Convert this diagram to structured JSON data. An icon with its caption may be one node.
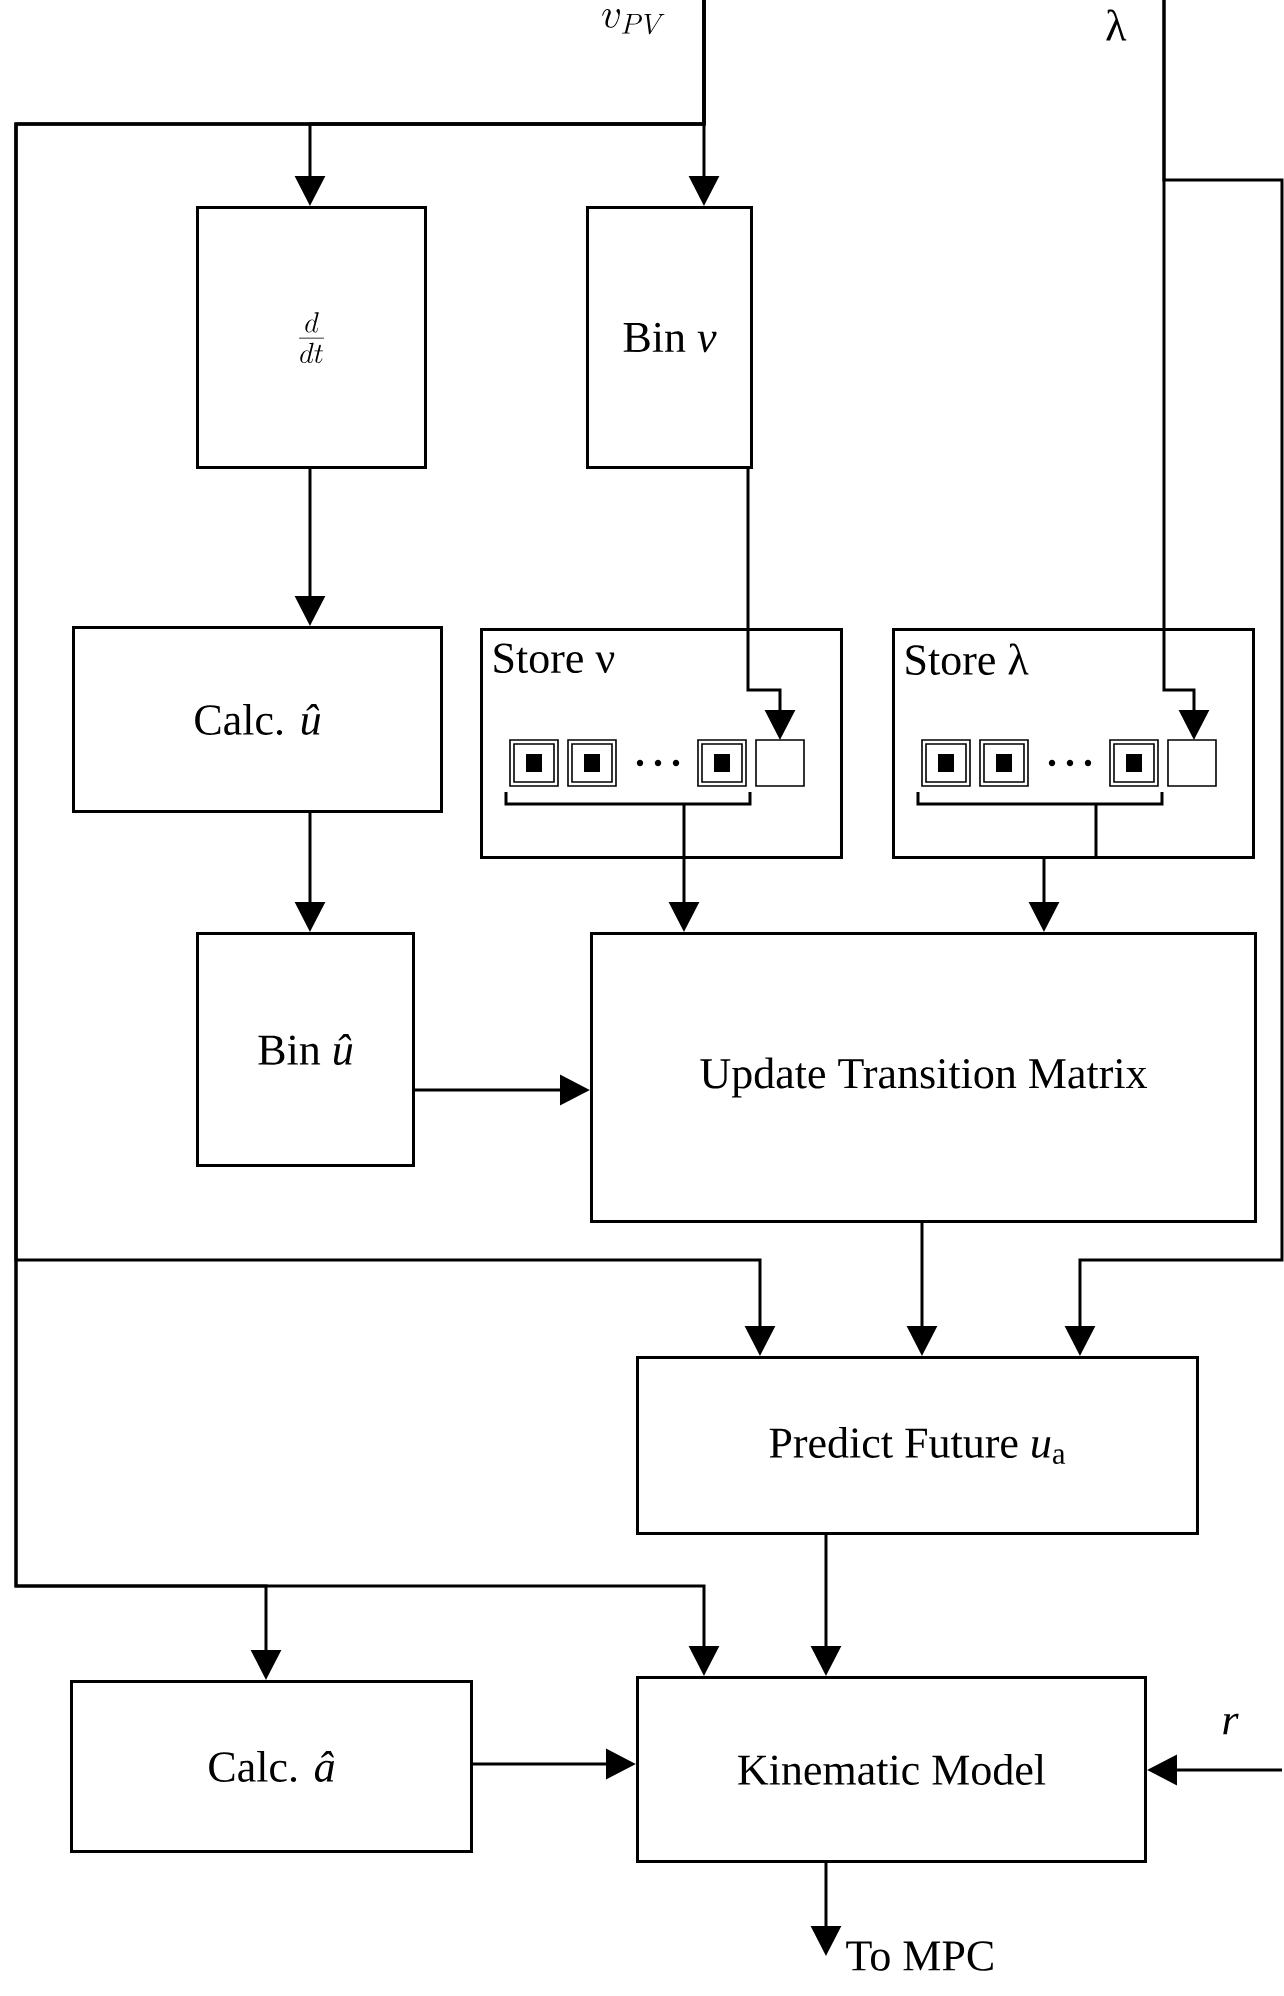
{
  "diagram": {
    "nodes": [
      {
        "text": [
          "v_{PV}"
        ]
      },
      {
        "text": [
          "λ"
        ]
      },
      {
        "text": [
          "\\frac{d}{dt}"
        ]
      },
      {
        "text": [
          "Bin *v*"
        ]
      },
      {
        "text": [
          "Calc. *û*"
        ]
      },
      {
        "text": [
          "Store ν"
        ]
      },
      {
        "text": [
          "Store λ"
        ]
      },
      {
        "text": [
          "Bin *û*"
        ]
      },
      {
        "text": [
          "Update Transition Matrix"
        ]
      },
      {
        "text": [
          "Predict Future *u*$_{a}$"
        ]
      },
      {
        "text": [
          "Calc. *â*"
        ]
      },
      {
        "text": [
          "Kinematic Model"
        ]
      },
      {
        "text": [
          "To MPC"
        ]
      }
    ],
    "edges": [
      {
        "from": 0,
        "to": 2,
        "arrow": "to"
      },
      {
        "from": 0,
        "to": 3,
        "arrow": "to"
      },
      {
        "from": 0,
        "to": 9,
        "arrow": "to"
      },
      {
        "from": 0,
        "to": 10,
        "arrow": "to"
      },
      {
        "from": 0,
        "to": 11,
        "arrow": "to"
      },
      {
        "from": 1,
        "to": 6,
        "arrow": "to"
      },
      {
        "from": 1,
        "to": 9,
        "arrow": "to"
      },
      {
        "from": 2,
        "to": 4,
        "arrow": "to"
      },
      {
        "from": 3,
        "to": 5,
        "arrow": "to"
      },
      {
        "from": 4,
        "to": 7,
        "arrow": "to"
      },
      {
        "from": 5,
        "to": 8,
        "arrow": "to"
      },
      {
        "from": 6,
        "to": 8,
        "arrow": "to"
      },
      {
        "from": 7,
        "to": 8,
        "arrow": "to"
      },
      {
        "from": 8,
        "to": 9,
        "arrow": "to"
      },
      {
        "from": 9,
        "to": 11,
        "arrow": "to"
      },
      {
        "from": 10,
        "to": 11,
        "arrow": "to"
      },
      {
        "from": null,
        "to": 11,
        "arrow": "to",
        "label": "r"
      },
      {
        "from": 11,
        "to": 12,
        "arrow": "to"
      }
    ]
  }
}
